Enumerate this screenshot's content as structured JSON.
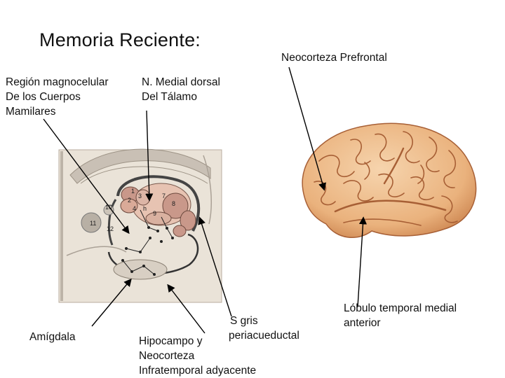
{
  "title": "Memoria Reciente:",
  "labels": {
    "magnocelular": [
      "Región magnocelular",
      "De los Cuerpos",
      "Mamilares"
    ],
    "medial_dorsal": [
      "N. Medial dorsal",
      "Del Tálamo"
    ],
    "prefrontal": "Neocorteza Prefrontal",
    "amigdala": "Amígdala",
    "hipocampo": [
      "Hipocampo y",
      "Neocorteza",
      "Infratemporal adyacente"
    ],
    "s_gris": [
      "S gris",
      "periacueductal"
    ],
    "lobulo": [
      "Lóbulo temporal medial",
      "anterior"
    ]
  },
  "figure_numbers": [
    "1",
    "2",
    "3",
    "4",
    "7",
    "8",
    "9",
    "10",
    "11",
    "12",
    "h"
  ],
  "colors": {
    "brain_light": "#f3c89a",
    "brain_mid": "#e2a26c",
    "brain_dark": "#a75f35",
    "section_bg": "#eae3d8",
    "section_gray": "#c9c0b5",
    "nuclei": "#c9988a"
  }
}
